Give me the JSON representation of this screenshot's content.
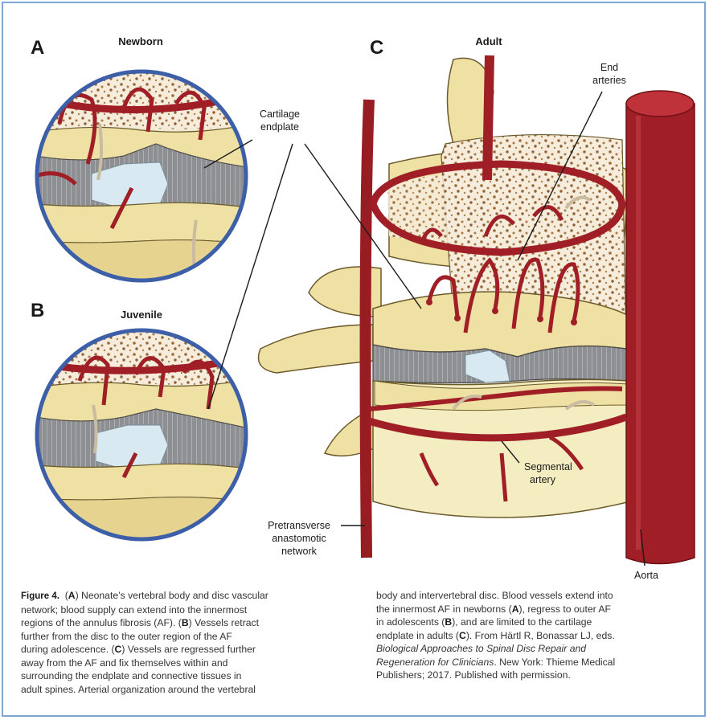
{
  "panels": {
    "a": {
      "letter": "A",
      "title": "Newborn"
    },
    "b": {
      "letter": "B",
      "title": "Juvenile"
    },
    "c": {
      "letter": "C",
      "title": "Adult"
    }
  },
  "labels": {
    "cartilage_endplate_1": "Cartilage",
    "cartilage_endplate_2": "endplate",
    "end_arteries_1": "End",
    "end_arteries_2": "arteries",
    "segmental_artery_1": "Segmental",
    "segmental_artery_2": "artery",
    "pretransverse_1": "Pretransverse",
    "pretransverse_2": "anastomotic",
    "pretransverse_3": "network",
    "aorta": "Aorta"
  },
  "caption": {
    "figure_label": "Figure 4.",
    "left_lines": [
      [
        "(",
        "A",
        ") Neonate’s vertebral body and disc vascular"
      ],
      [
        "network; blood supply can extend into the innermost"
      ],
      [
        "regions of the annulus fibrosis (AF). (",
        "B",
        ") Vessels retract"
      ],
      [
        "further from the disc to the outer region of the AF"
      ],
      [
        "during adolescence. (",
        "C",
        ") Vessels are regressed further"
      ],
      [
        "away from the AF and fix themselves within and"
      ],
      [
        "surrounding the endplate and connective tissues in"
      ],
      [
        "adult spines. Arterial organization around the vertebral"
      ]
    ],
    "right_lines": [
      [
        "body and intervertebral disc. Blood vessels extend into"
      ],
      [
        "the innermost AF in newborns (",
        "A",
        "), regress to outer AF"
      ],
      [
        "in adolescents (",
        "B",
        "), and are limited to the cartilage"
      ],
      [
        "endplate in adults (",
        "C",
        "). From Härtl R, Bonassar LJ, eds."
      ],
      [
        "Biological Approaches to Spinal Disc Repair and"
      ],
      [
        "Regeneration for Clinicians",
        ". New York: Thieme Medical"
      ],
      [
        "Publishers; 2017. Published with permission."
      ]
    ]
  },
  "colors": {
    "artery": "#a01f26",
    "artery_dark": "#6e1116",
    "bone": "#efe0a3",
    "bone_shade": "#d9c37a",
    "cancellous": "#f6ecdc",
    "pore": "#9a6a3a",
    "annulus": "#8d8f93",
    "nucleus": "#d8e9f2",
    "circle_border": "#3d5fa8",
    "frame": "#7ea7d6"
  }
}
